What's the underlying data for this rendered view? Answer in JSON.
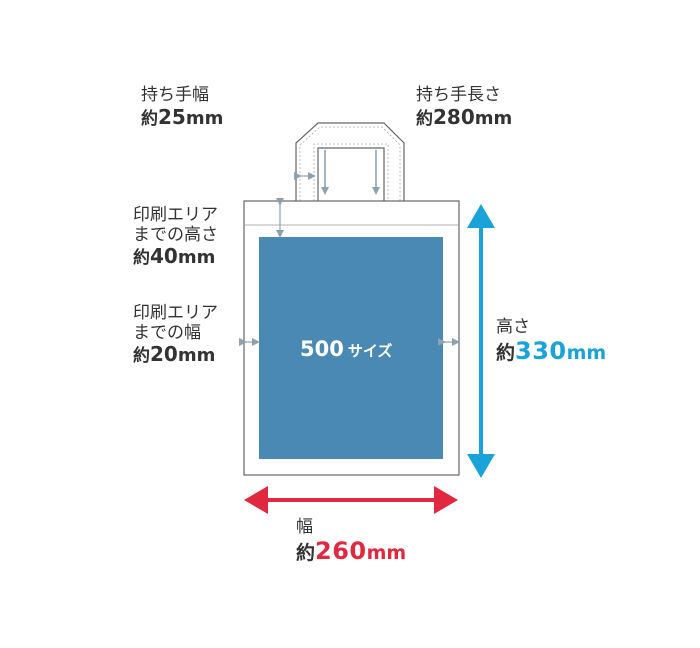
{
  "handle_width": {
    "title": "持ち手幅",
    "prefix": "約",
    "value": "25",
    "unit": "mm"
  },
  "handle_length": {
    "title": "持ち手長さ",
    "prefix": "約",
    "value": "280",
    "unit": "mm"
  },
  "print_top_margin": {
    "title_line1": "印刷エリア",
    "title_line2": "までの高さ",
    "prefix": "約",
    "value": "40",
    "unit": "mm"
  },
  "print_side_margin": {
    "title_line1": "印刷エリア",
    "title_line2": "までの幅",
    "prefix": "約",
    "value": "20",
    "unit": "mm"
  },
  "height": {
    "title": "高さ",
    "prefix": "約",
    "value": "330",
    "unit": "mm"
  },
  "width": {
    "title": "幅",
    "prefix": "約",
    "value": "260",
    "unit": "mm"
  },
  "print_area": {
    "number": "500",
    "label": "サイズ"
  },
  "colors": {
    "print_area": "#4b89b5",
    "height_accent": "#1aa3da",
    "width_accent": "#e0283e",
    "guide": "#8ea1b1",
    "outline": "#666666"
  }
}
